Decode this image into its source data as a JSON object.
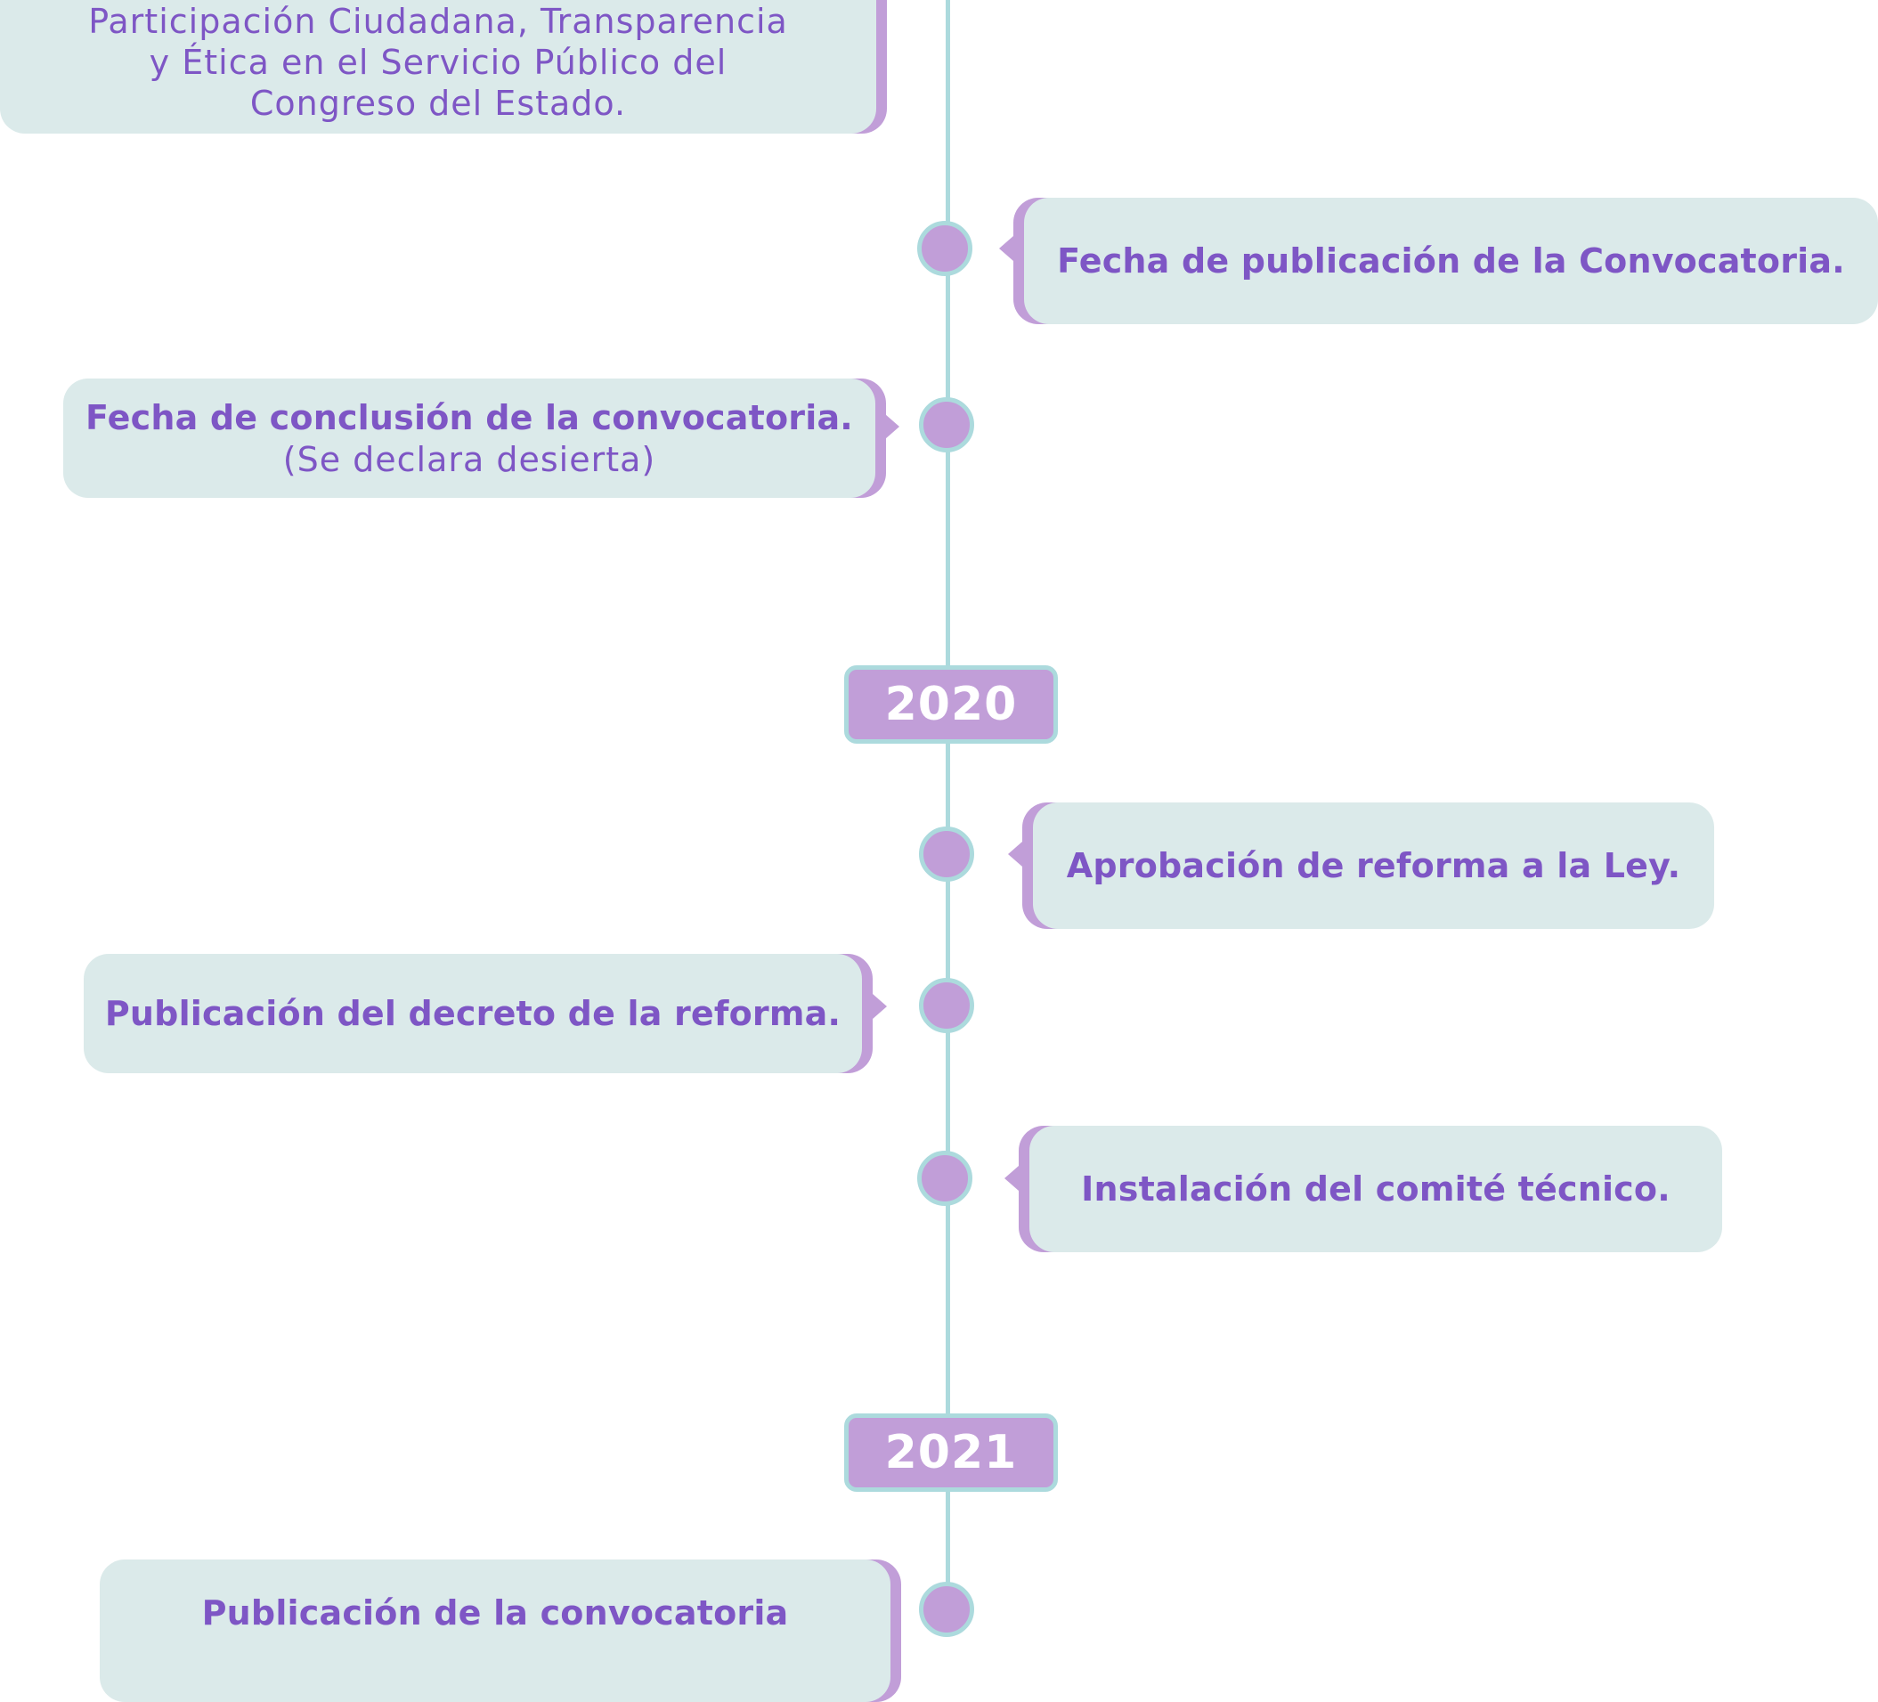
{
  "timeline": {
    "years": [
      "2020",
      "2021"
    ],
    "events": [
      {
        "lines": [
          "Participación Ciudadana, Transparencia",
          "y Ética en el Servicio Público del",
          "Congreso del Estado."
        ]
      },
      {
        "title": "Fecha de publicación de la Convocatoria."
      },
      {
        "title": "Fecha de conclusión de la convocatoria.",
        "note": "(Se declara desierta)"
      },
      {
        "title": "Aprobación de reforma a la Ley."
      },
      {
        "title": "Publicación del decreto de la reforma."
      },
      {
        "title": "Instalación del comité técnico."
      },
      {
        "title": "Publicación de la convocatoria"
      }
    ]
  },
  "colors": {
    "line": "#acdadd",
    "accent": "#c19ed8",
    "card_bg": "#dbeaea",
    "text": "#7e56c5"
  }
}
